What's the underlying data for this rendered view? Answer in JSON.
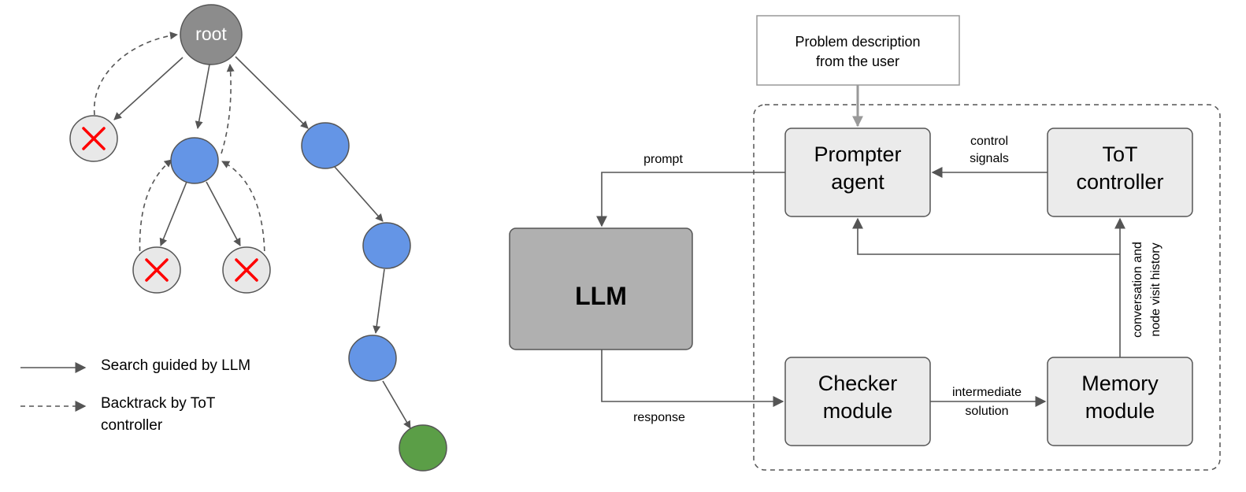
{
  "tree": {
    "root_label": "root",
    "colors": {
      "root": "#8c8c8c",
      "blue": "#6495e6",
      "green": "#5b9e47",
      "failed_fill": "#e8e8e8",
      "cross": "#ff0000"
    }
  },
  "legend": {
    "search": "Search guided by LLM",
    "backtrack_line1": "Backtrack by ToT",
    "backtrack_line2": "controller"
  },
  "arch": {
    "problem_line1": "Problem description",
    "problem_line2": "from the user",
    "prompter_line1": "Prompter",
    "prompter_line2": "agent",
    "tot_line1": "ToT",
    "tot_line2": "controller",
    "llm": "LLM",
    "checker_line1": "Checker",
    "checker_line2": "module",
    "memory_line1": "Memory",
    "memory_line2": "module",
    "edge_prompt": "prompt",
    "edge_response": "response",
    "edge_control1": "control",
    "edge_control2": "signals",
    "edge_intermediate1": "intermediate",
    "edge_intermediate2": "solution",
    "edge_history1": "conversation and",
    "edge_history2": "node visit history",
    "colors": {
      "module_fill": "#ebebeb",
      "llm_fill": "#b0b0b0"
    }
  }
}
